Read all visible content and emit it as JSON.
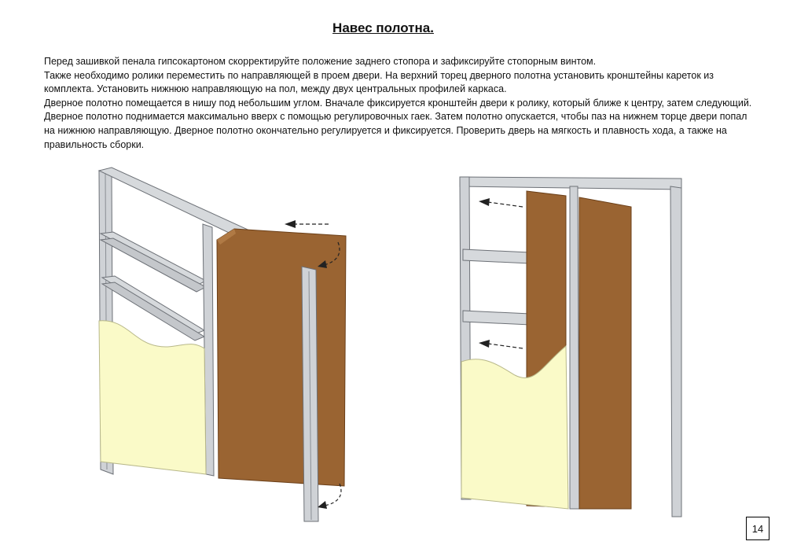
{
  "title": "Навес полотна.",
  "paragraphs": [
    "Перед зашивкой пенала гипсокартоном скорректируйте положение заднего стопора и зафиксируйте стопорным винтом.",
    "Также необходимо ролики переместить по направляющей в проем двери. На верхний торец дверного полотна установить кронштейны кареток из комплекта. Установить нижнюю направляющую на пол, между двух центральных профилей каркаса.",
    "Дверное полотно помещается в нишу под небольшим углом. Вначале фиксируется кронштейн двери к ролику, который ближе к центру, затем следующий. Дверное полотно поднимается максимально вверх с помощью регулировочных гаек. Затем полотно опускается, чтобы паз на нижнем торце двери попал на нижнюю направляющую. Дверное полотно окончательно регулируется и фиксируется. Проверить дверь на мягкость и плавность хода, а также на правильность сборки."
  ],
  "page_number": "14",
  "colors": {
    "door": "#9a6432",
    "door_edge": "#7a4a20",
    "drywall": "#fafac8",
    "frame": "#cfd2d6",
    "frame_dark": "#8a8e94"
  },
  "icons": [
    "arrow-left-icon",
    "curved-arrow-icon"
  ]
}
